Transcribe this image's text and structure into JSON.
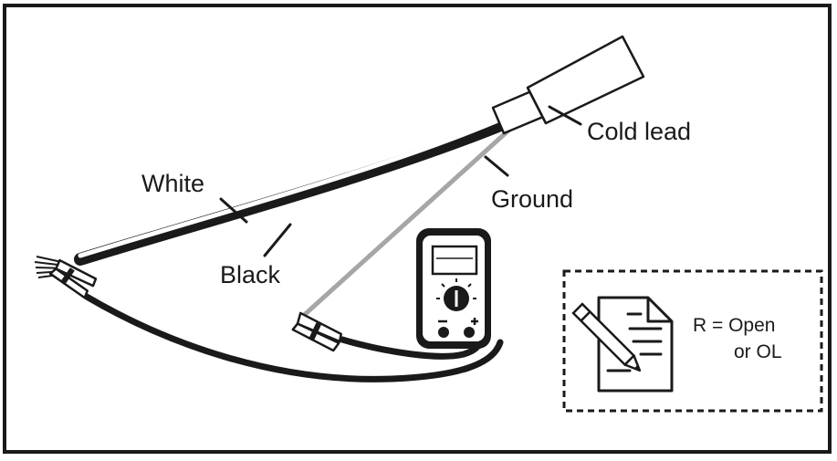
{
  "labels": {
    "cold_lead": "Cold lead",
    "white": "White",
    "ground": "Ground",
    "black": "Black"
  },
  "note": {
    "line1": "R = Open",
    "line2": "or OL"
  },
  "icons": [
    "document-pencil-icon",
    "multimeter-icon",
    "alligator-clip-icon"
  ],
  "colors": {
    "ink": "#1a1a1a",
    "ground_wire": "#a6a6a6",
    "background": "#ffffff"
  }
}
